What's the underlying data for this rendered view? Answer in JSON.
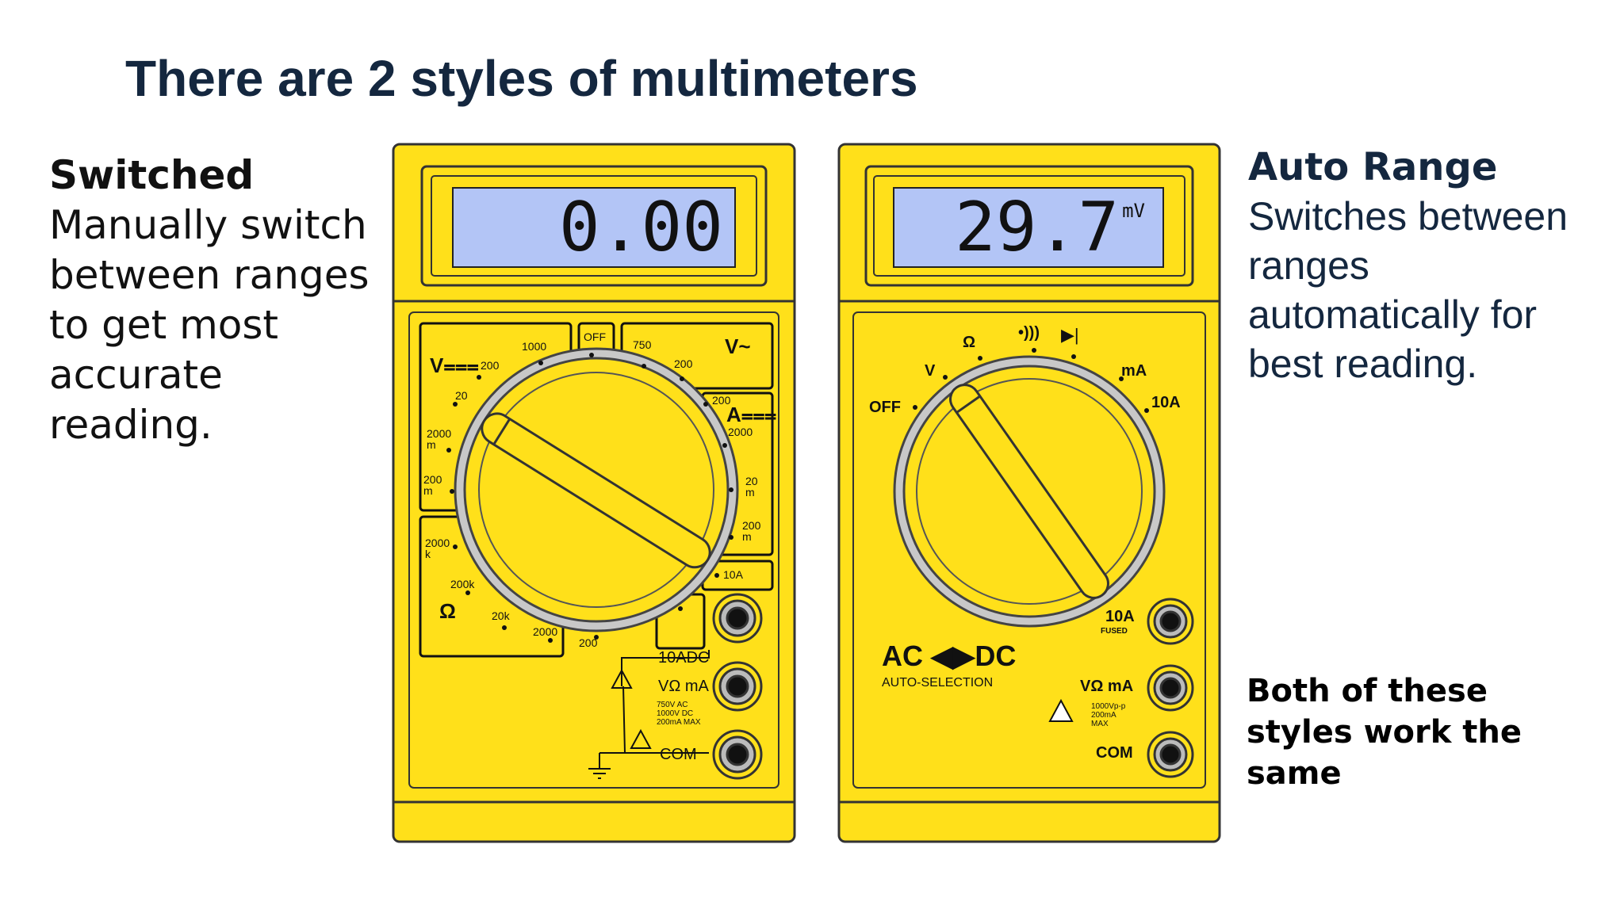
{
  "title": "There are 2 styles of multimeters",
  "switched": {
    "heading": "Switched",
    "body": "Manually switch between ranges to get most accurate reading."
  },
  "auto_range": {
    "heading": "Auto Range",
    "body": "Switches between ranges automatically for best reading."
  },
  "note": "Both of these styles work the same",
  "meter_switched": {
    "display": "0.00",
    "labels": {
      "v_dc": "V⩶",
      "v_ac": "V~",
      "a_dc": "A⩶",
      "ohm": "Ω",
      "off": "OFF",
      "r1000": "1000",
      "r200a": "200",
      "r20": "20",
      "r2000m": "2000 m",
      "r200m": "200 m",
      "r750": "750",
      "r200b": "200",
      "ra200": "200",
      "ra2000": "2000",
      "ra20m": "20 m",
      "ra200m": "200 m",
      "r10a": "10A",
      "o2000k": "2000 k",
      "o200k": "200k",
      "o20k": "20k",
      "o2000": "2000",
      "o200": "200",
      "jack_10adc": "10ADC",
      "jack_vohm": "VΩ mA",
      "jack_com": "COM",
      "limits": "750V AC\n1000V DC\n200mA MAX"
    }
  },
  "meter_auto": {
    "display": "29.7",
    "unit": "mV",
    "labels": {
      "off": "OFF",
      "v": "V",
      "ohm": "Ω",
      "ma": "mA",
      "a10": "10A",
      "acdc": "AC ◀▶DC",
      "auto_sel": "AUTO-SELECTION",
      "jack_10a": "10A",
      "fused": "FUSED",
      "jack_vohm": "VΩ mA",
      "jack_com": "COM",
      "limits": "1000Vp-p\n200mA\nMAX"
    }
  },
  "colors": {
    "title": "#14273f",
    "meter_body": "#ffe01a",
    "lcd": "#b3c5f6"
  }
}
